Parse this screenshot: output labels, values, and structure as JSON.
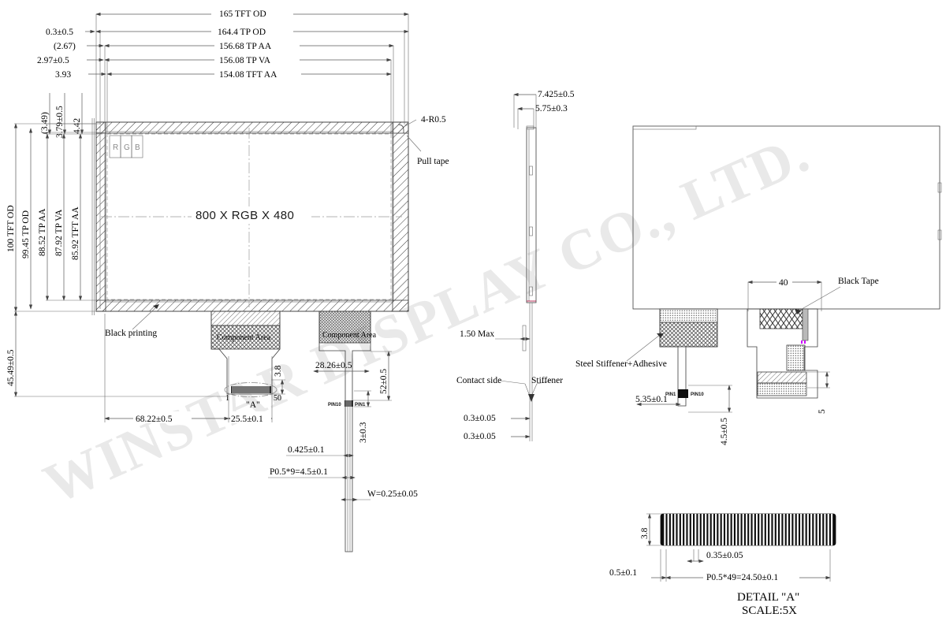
{
  "drawing": {
    "title": "TFT LCD module mechanical drawing",
    "watermark": "WINSTAR DISPLAY CO., LTD.",
    "active_area_label": "800 X RGB X 480",
    "subpixel_labels": [
      "R",
      "G",
      "B"
    ]
  },
  "top_dimensions": [
    {
      "value": "165 TFT OD",
      "left_ref": ""
    },
    {
      "value": "164.4 TP OD",
      "left_ref": "0.3±0.5"
    },
    {
      "value": "156.68 TP AA",
      "left_ref": "(2.67)"
    },
    {
      "value": "156.08 TP VA",
      "left_ref": "2.97±0.5"
    },
    {
      "value": "154.08 TFT AA",
      "left_ref": "3.93"
    }
  ],
  "top_left_offsets": [
    "(3.49)",
    "3.79±0.5",
    "4.42"
  ],
  "left_dimensions": [
    "100 TFT OD",
    "99.45 TP OD",
    "88.52 TP AA",
    "87.92 TP VA",
    "85.92 TFT AA",
    "45.49±0.5"
  ],
  "front_view_labels": {
    "corner_radius": "4-R0.5",
    "pull_tape": "Pull tape",
    "black_printing": "Black printing",
    "component_area_1": "Component Area",
    "component_area_2": "Component Area"
  },
  "front_view_dimensions": {
    "fpc_x_offset": "68.22±0.5",
    "fpc_width": "25.5±0.1",
    "pad_height": "3.8",
    "detail_callout": "\"A\"",
    "pin_first": "1",
    "pin_last": "50",
    "tp_tail_offset": "28.26±0.5",
    "tp_tail_length": "52±0.5",
    "tp_pad_height": "3±0.3",
    "tp_pin_high": "PIN10",
    "tp_pin_low": "PIN1",
    "tp_edge": "0.425±0.1",
    "tp_pitch": "P0.5*9=4.5±0.1",
    "tp_trace_width": "W=0.25±0.05"
  },
  "side_view": {
    "total_thickness": "7.425±0.5",
    "panel_thickness": "5.75±0.3",
    "fpc_bend": "1.50 Max",
    "contact_side": "Contact side",
    "stiffener": "Stiffener",
    "fpc_thickness_1": "0.3±0.05",
    "fpc_thickness_2": "0.3±0.05"
  },
  "rear_view": {
    "black_tape_label": "Black Tape",
    "black_tape_dim": "40",
    "steel_stiffener_label": "Steel Stiffener+Adhesive",
    "pin_left": "PIN1",
    "pin_right": "PIN10",
    "pad_offset": "5.35±0.1",
    "pad_drop": "4.5±0.5",
    "tape_height": "5"
  },
  "detail_a": {
    "title": "DETAIL \"A\"",
    "scale": "SCALE:5X",
    "pad_height": "3.8",
    "pad_start": "0.5±0.1",
    "pad_width": "0.35±0.05",
    "pad_pitch": "P0.5*49=24.50±0.1",
    "pad_count": 50
  },
  "colors": {
    "line": "#3c3c3c",
    "dimension": "#5a5a5a",
    "center": "#9a9a9a",
    "watermark": "#e9e9e9",
    "pad_fill": "#0d0d0d"
  }
}
